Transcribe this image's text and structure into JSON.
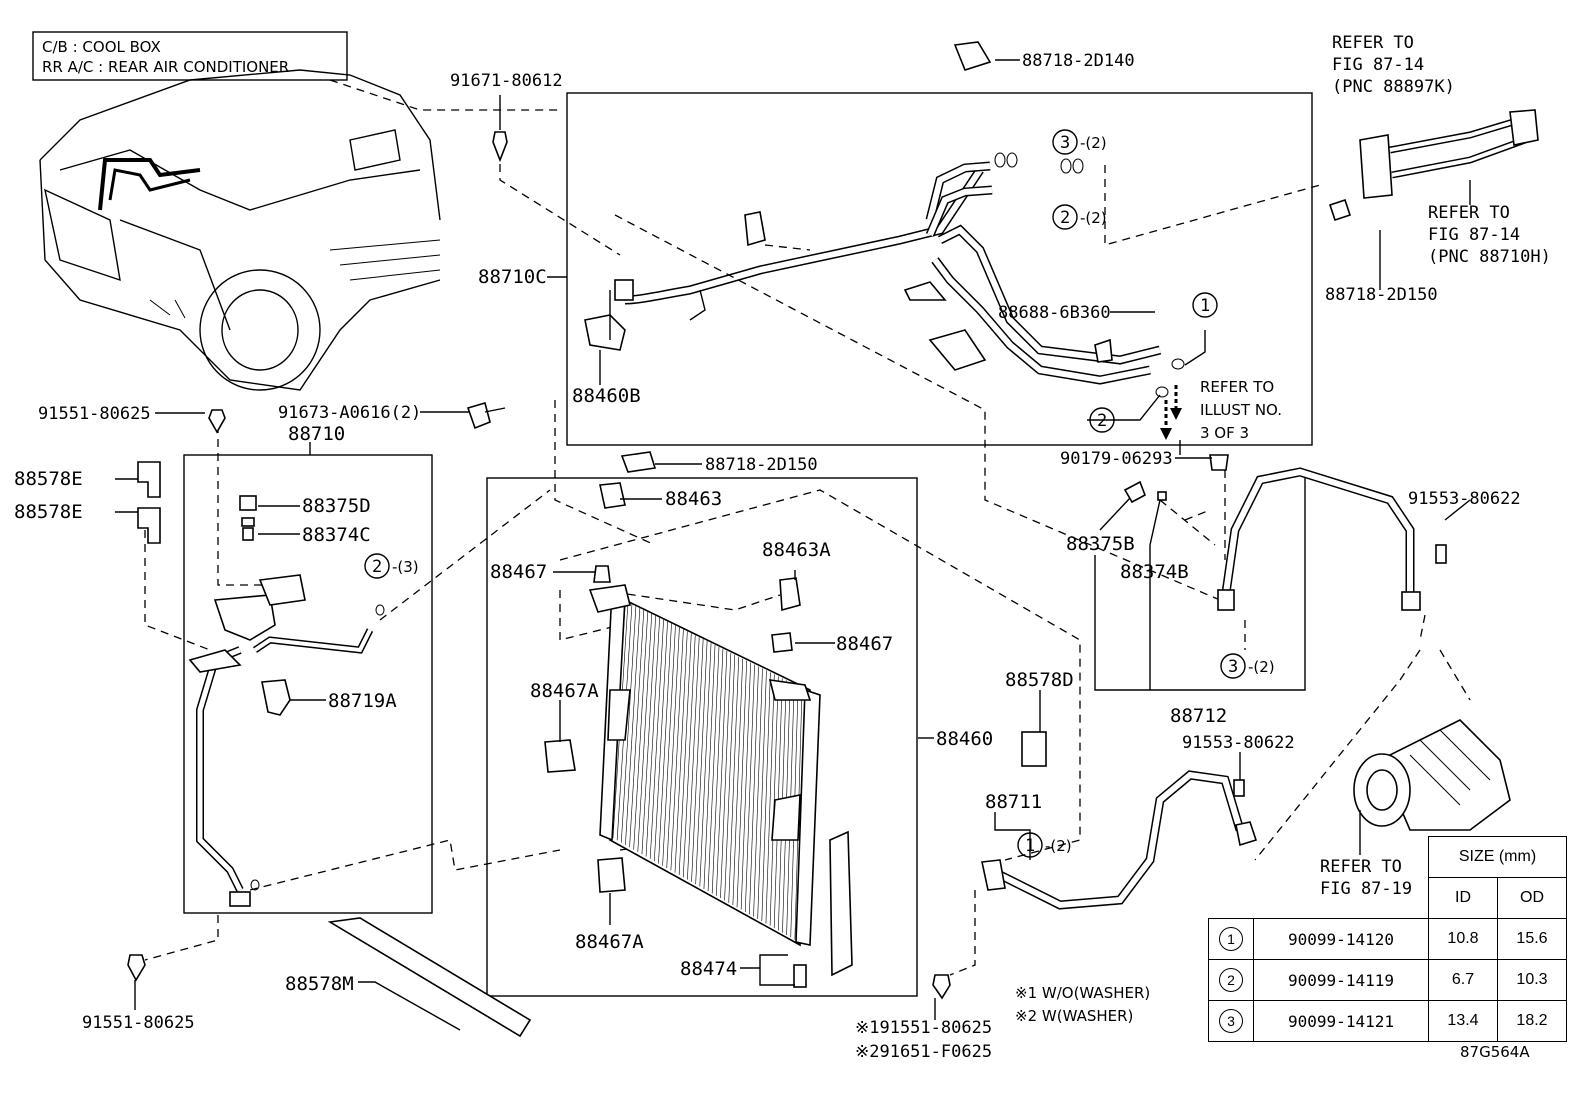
{
  "legend": {
    "line1": "C/B  :  COOL BOX",
    "line2": "RR A/C  :  REAR AIR CONDITIONER"
  },
  "labels": {
    "p88718_2D140": "88718-2D140",
    "refer_fig_87_14_a_1": "REFER TO",
    "refer_fig_87_14_a_2": "FIG 87-14",
    "refer_fig_87_14_a_3": "(PNC 88897K)",
    "refer_fig_87_14_b_1": "REFER TO",
    "refer_fig_87_14_b_2": "FIG 87-14",
    "refer_fig_87_14_b_3": "(PNC 88710H)",
    "p91671_80612": "91671-80612",
    "p88710C": "88710C",
    "p88460B": "88460B",
    "p88688_6B360": "88688-6B360",
    "p88718_2D150_right": "88718-2D150",
    "refer_illust_1": "REFER TO",
    "refer_illust_2": "ILLUST NO.",
    "refer_illust_3": "3 OF 3",
    "p91551_80625_top": "91551-80625",
    "p91673_A0616": "91673-A0616(2)",
    "p88710": "88710",
    "p88718_2D150_mid": "88718-2D150",
    "p90179_06293": "90179-06293",
    "p88578E_1": "88578E",
    "p88578E_2": "88578E",
    "p88375D": "88375D",
    "p88374C": "88374C",
    "p88463": "88463",
    "p88375B": "88375B",
    "p88374B": "88374B",
    "p91553_80622_top": "91553-80622",
    "p88467_top": "88467",
    "p88463A": "88463A",
    "p88467_mid": "88467",
    "p88719A": "88719A",
    "p88467A_top": "88467A",
    "p88578D": "88578D",
    "p88712": "88712",
    "p91553_80622_mid": "91553-80622",
    "p88460": "88460",
    "p88711": "88711",
    "refer_fig_87_19_1": "REFER TO",
    "refer_fig_87_19_2": "FIG 87-19",
    "p88467A_bottom": "88467A",
    "p88474": "88474",
    "p88578M": "88578M",
    "p91551_80625_bottom": "91551-80625",
    "note1": "※1 W/O(WASHER)",
    "note2": "※2 W(WASHER)",
    "note3": "※191551-80625",
    "note4": "※291651-F0625",
    "figure_code": "87G564A",
    "c3_top": "3",
    "c3_top_qty": "-(2)",
    "c2_top": "2",
    "c2_top_qty": "-(2)",
    "c1_top": "1",
    "c2_mid": "2",
    "c2_left": "2",
    "c2_left_qty": "-(3)",
    "c3_right": "3",
    "c3_right_qty": "-(2)",
    "c1_bottom": "1",
    "c1_bottom_qty": "-(2)"
  },
  "size_table": {
    "header": "SIZE (mm)",
    "col_id": "ID",
    "col_od": "OD",
    "rows": [
      {
        "key": "1",
        "part": "90099-14120",
        "id": "10.8",
        "od": "15.6"
      },
      {
        "key": "2",
        "part": "90099-14119",
        "id": "6.7",
        "od": "10.3"
      },
      {
        "key": "3",
        "part": "90099-14121",
        "id": "13.4",
        "od": "18.2"
      }
    ]
  }
}
